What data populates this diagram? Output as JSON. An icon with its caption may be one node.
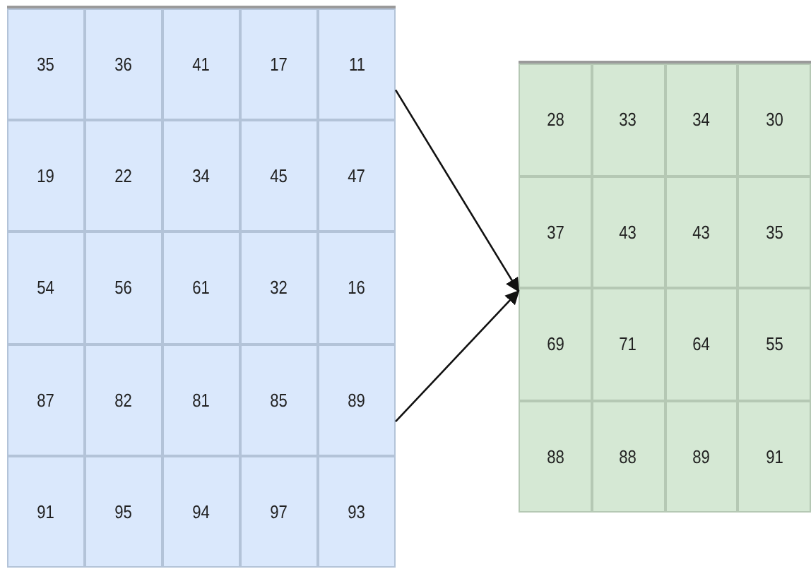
{
  "diagram": {
    "nodes": [
      {
        "text": [],
        "shape": "box"
      },
      {
        "text": [],
        "shape": "box"
      }
    ],
    "edges": [
      {
        "from": 0,
        "to": 1,
        "arrow": "to"
      },
      {
        "from": 0,
        "to": 1,
        "arrow": "to"
      }
    ],
    "labels": [
      "35",
      "36",
      "41",
      "17",
      "11",
      "19",
      "22",
      "34",
      "45",
      "47",
      "54",
      "56",
      "61",
      "32",
      "16",
      "87",
      "82",
      "81",
      "85",
      "89",
      "91",
      "95",
      "94",
      "97",
      "93",
      "28",
      "33",
      "34",
      "30",
      "37",
      "43",
      "43",
      "35",
      "69",
      "71",
      "64",
      "55",
      "88",
      "88",
      "89",
      "91"
    ]
  }
}
